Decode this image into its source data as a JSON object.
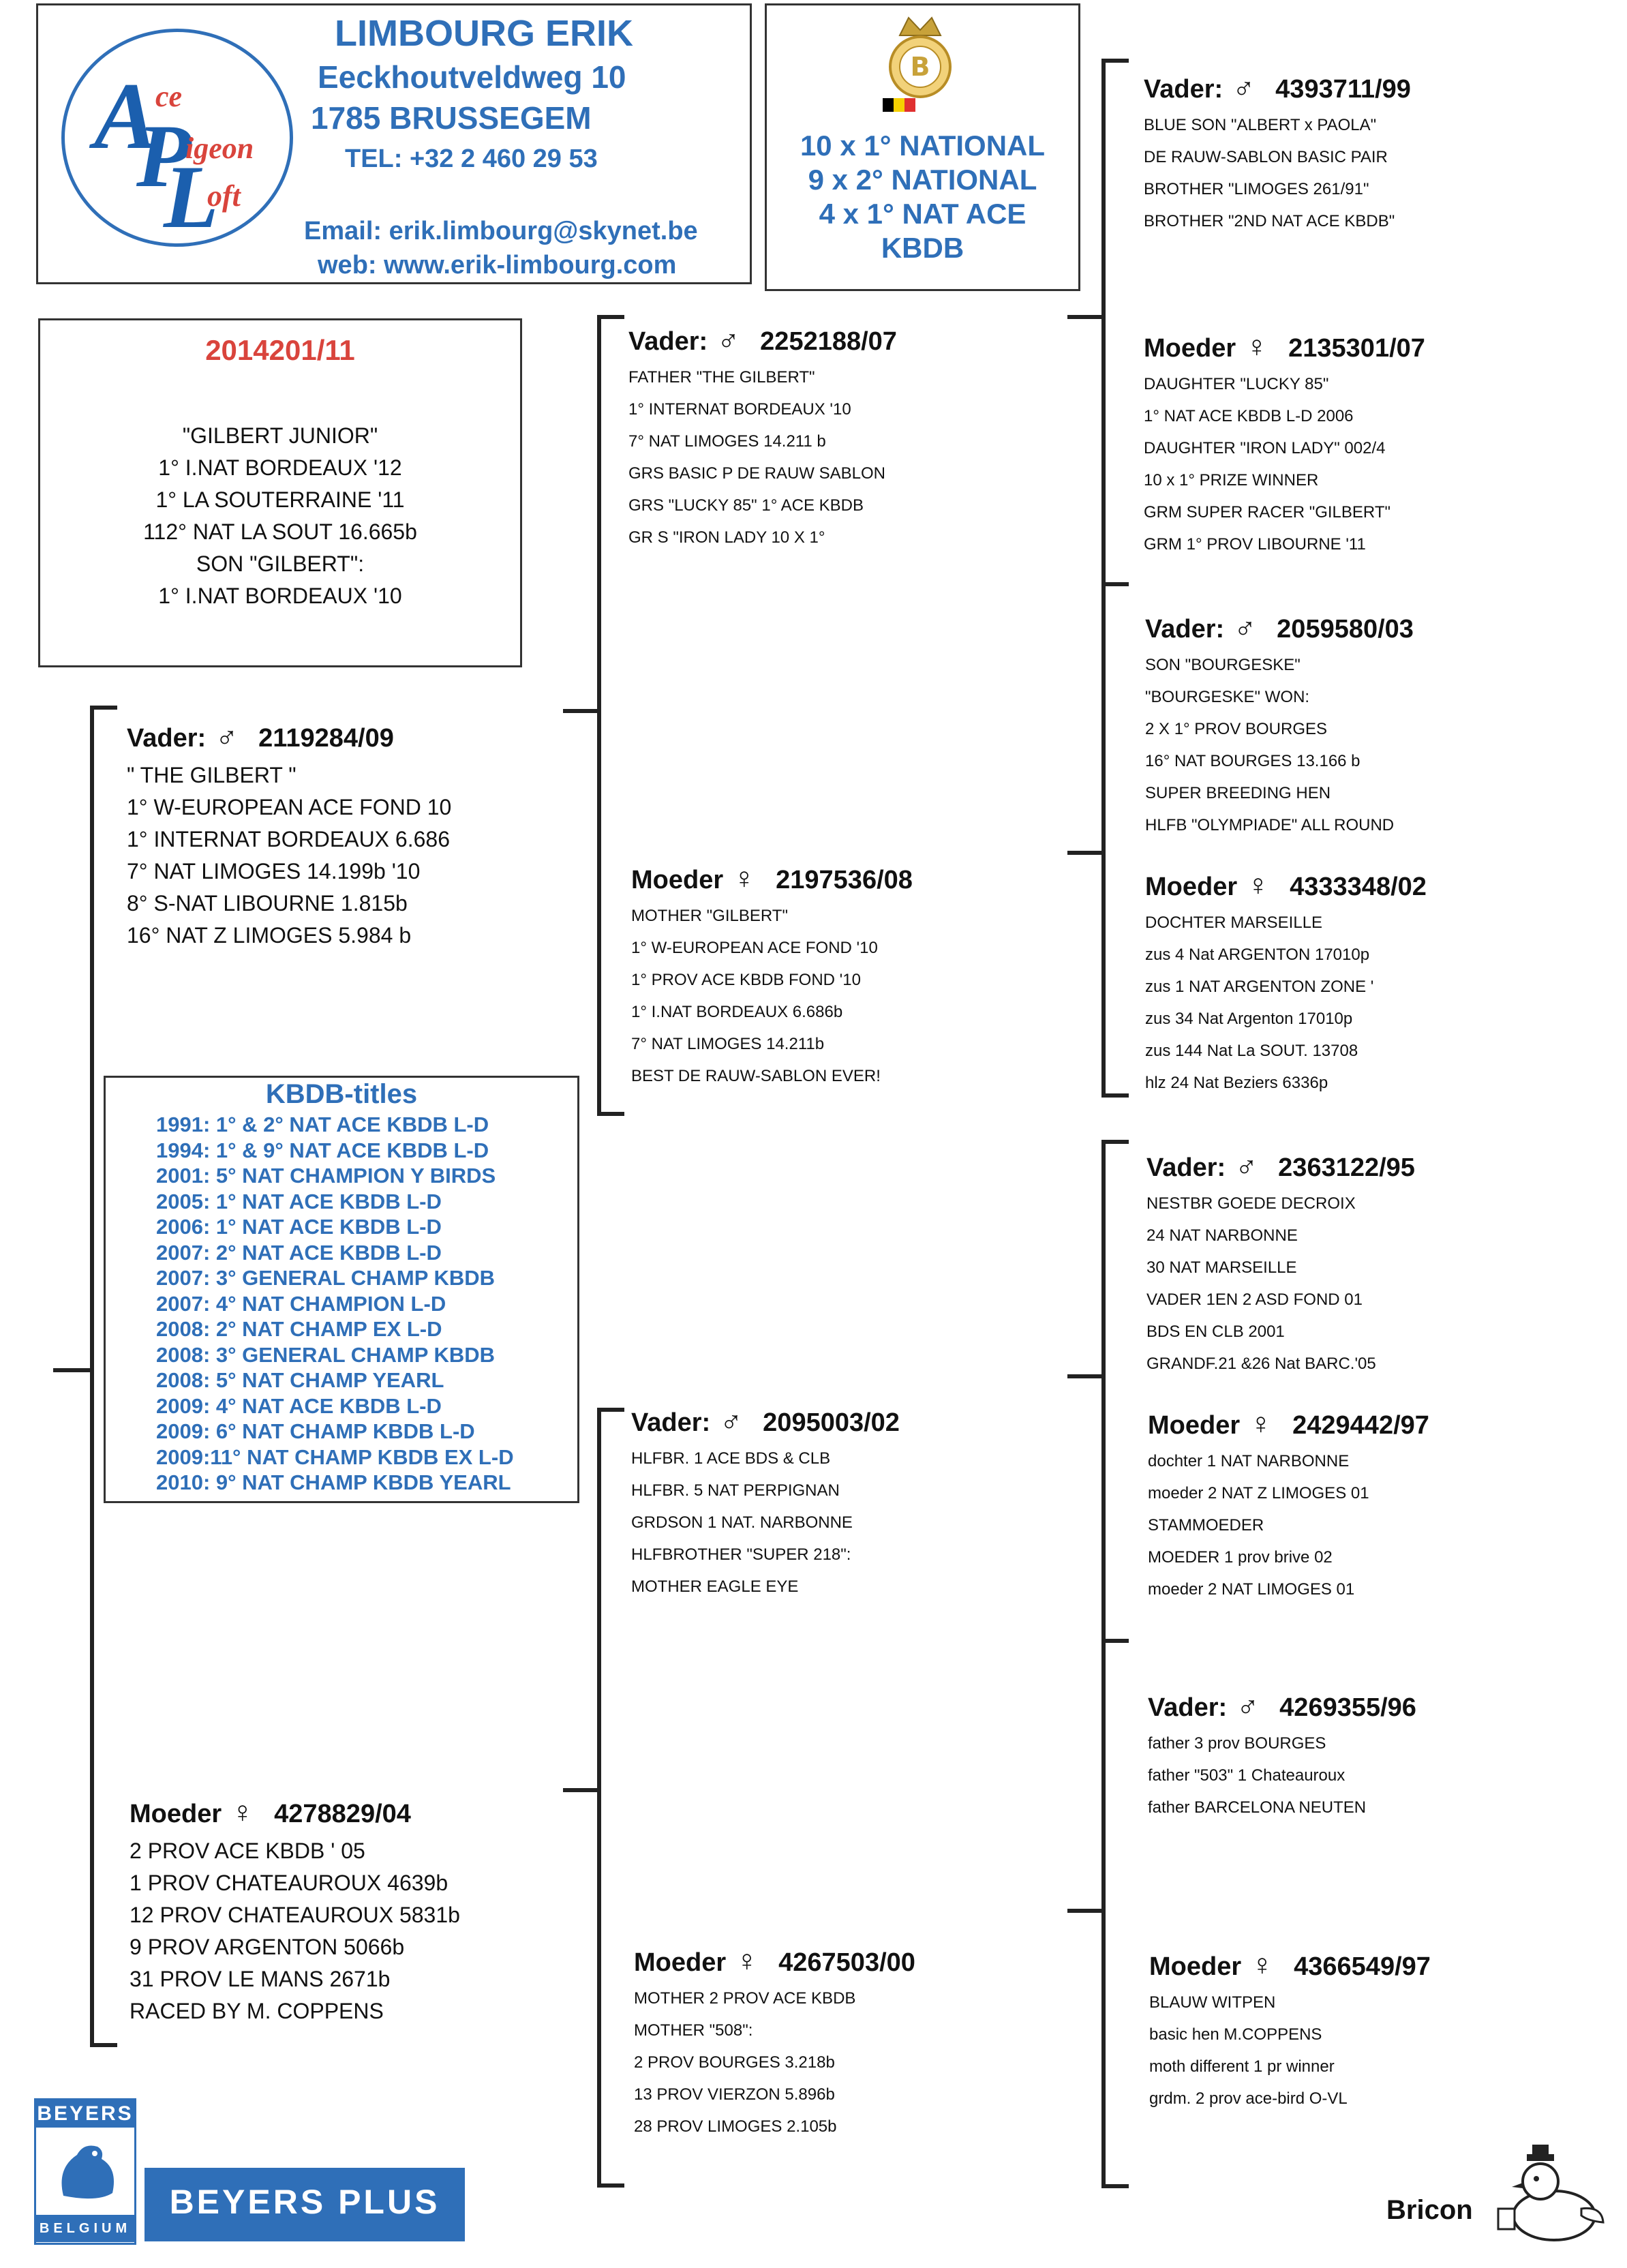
{
  "header": {
    "logo": {
      "l1": "A",
      "l2": "ce",
      "l3": "P",
      "l4": "igeon",
      "l5": "L",
      "l6": "oft"
    },
    "name": "LIMBOURG ERIK",
    "street": "Eeckhoutveldweg 10",
    "city": "1785 BRUSSEGEM",
    "tel": "TEL: +32 2 460 29 53",
    "email": "Email: erik.limbourg@skynet.be",
    "web": "web: www.erik-limbourg.com"
  },
  "badge": {
    "emblem_letter": "B",
    "line1": "10 x 1° NATIONAL",
    "line2": "9 x 2° NATIONAL",
    "line3": "4 x 1° NAT ACE",
    "line4": "KBDB"
  },
  "pigeon": {
    "ring": "2014201/11",
    "lines": [
      "\"GILBERT JUNIOR\"",
      "1° I.NAT BORDEAUX '12",
      "1° LA SOUTERRAINE '11",
      "112° NAT LA SOUT 16.665b",
      "SON \"GILBERT\":",
      "1° I.NAT BORDEAUX '10"
    ]
  },
  "sire": {
    "label": "Vader:",
    "symbol": "♂",
    "ring": "2119284/09",
    "lines": [
      "\" THE GILBERT \"",
      "1° W-EUROPEAN ACE FOND 10",
      "1° INTERNAT BORDEAUX 6.686",
      "7° NAT LIMOGES 14.199b '10",
      "8° S-NAT LIBOURNE 1.815b",
      "16° NAT Z LIMOGES 5.984 b"
    ]
  },
  "dam": {
    "label": "Moeder",
    "symbol": "♀",
    "ring": "4278829/04",
    "lines": [
      "2 PROV ACE KBDB ' 05",
      "1 PROV CHATEAUROUX 4639b",
      "12 PROV CHATEAUROUX 5831b",
      "9 PROV ARGENTON 5066b",
      "31 PROV LE MANS 2671b",
      "RACED BY M. COPPENS"
    ]
  },
  "titles": {
    "heading": "KBDB-titles",
    "lines": [
      "1991:  1° & 2° NAT ACE KBDB L-D",
      "1994:  1° & 9° NAT ACE KBDB L-D",
      "2001:  5° NAT CHAMPION Y BIRDS",
      "2005:  1° NAT ACE KBDB L-D",
      "2006:  1° NAT ACE KBDB L-D",
      "2007:  2° NAT ACE KBDB L-D",
      "2007:  3° GENERAL CHAMP KBDB",
      "2007:  4° NAT CHAMPION L-D",
      "2008:  2° NAT CHAMP EX L-D",
      "2008:  3° GENERAL CHAMP KBDB",
      "2008:  5° NAT CHAMP YEARL",
      "2009:  4° NAT ACE KBDB L-D",
      "2009:  6° NAT CHAMP KBDB L-D",
      "2009:11° NAT CHAMP KBDB EX L-D",
      "2010:  9° NAT CHAMP KBDB YEARL"
    ]
  },
  "gp": [
    {
      "label": "Vader:",
      "symbol": "♂",
      "ring": "2252188/07",
      "lines": [
        "FATHER \"THE GILBERT\"",
        "1° INTERNAT BORDEAUX '10",
        "  7° NAT LIMOGES 14.211 b",
        "GRS BASIC P DE RAUW SABLON",
        "GRS \"LUCKY 85\" 1° ACE KBDB",
        "GR S \"IRON LADY 10 X 1°"
      ]
    },
    {
      "label": "Moeder",
      "symbol": "♀",
      "ring": "2197536/08",
      "lines": [
        "MOTHER \"GILBERT\"",
        "1° W-EUROPEAN ACE FOND '10",
        "1° PROV ACE KBDB FOND '10",
        "1° I.NAT BORDEAUX 6.686b",
        "7° NAT LIMOGES 14.211b",
        "BEST DE RAUW-SABLON EVER!"
      ]
    },
    {
      "label": "Vader:",
      "symbol": "♂",
      "ring": "2095003/02",
      "lines": [
        "HLFBR. 1 ACE BDS & CLB",
        "HLFBR. 5 NAT PERPIGNAN",
        "GRDSON 1 NAT. NARBONNE",
        "HLFBROTHER \"SUPER 218\":",
        "MOTHER EAGLE EYE"
      ]
    },
    {
      "label": "Moeder",
      "symbol": "♀",
      "ring": "4267503/00",
      "lines": [
        "MOTHER 2 PROV ACE KBDB",
        "MOTHER \"508\":",
        "2 PROV BOURGES 3.218b",
        "13 PROV VIERZON 5.896b",
        "28 PROV LIMOGES 2.105b"
      ]
    }
  ],
  "ggp": [
    {
      "label": "Vader:",
      "symbol": "♂",
      "ring": "4393711/99",
      "lines": [
        "BLUE SON \"ALBERT x PAOLA\"",
        "DE RAUW-SABLON BASIC PAIR",
        "BROTHER \"LIMOGES 261/91\"",
        "BROTHER \"2ND NAT ACE KBDB\""
      ]
    },
    {
      "label": "Moeder",
      "symbol": "♀",
      "ring": "2135301/07",
      "lines": [
        "DAUGHTER \"LUCKY 85\"",
        "1° NAT ACE KBDB L-D 2006",
        "DAUGHTER \"IRON LADY\" 002/4",
        "10 x 1° PRIZE WINNER",
        "GRM SUPER RACER \"GILBERT\"",
        "GRM 1° PROV LIBOURNE '11"
      ]
    },
    {
      "label": "Vader:",
      "symbol": "♂",
      "ring": "2059580/03",
      "lines": [
        "SON \"BOURGESKE\"",
        "\"BOURGESKE\" WON:",
        "2 X 1° PROV BOURGES",
        "16° NAT BOURGES 13.166 b",
        "SUPER BREEDING HEN",
        "HLFB \"OLYMPIADE\" ALL ROUND"
      ]
    },
    {
      "label": "Moeder",
      "symbol": "♀",
      "ring": "4333348/02",
      "lines": [
        "DOCHTER MARSEILLE",
        "zus 4 Nat ARGENTON 17010p",
        "zus 1 NAT ARGENTON  ZONE '",
        "zus 34 Nat Argenton 17010p",
        "zus 144 Nat La SOUT. 13708",
        "hlz 24 Nat Beziers 6336p"
      ]
    },
    {
      "label": "Vader:",
      "symbol": "♂",
      "ring": "2363122/95",
      "lines": [
        "NESTBR GOEDE DECROIX",
        "24 NAT NARBONNE",
        "30 NAT MARSEILLE",
        "VADER 1EN 2 ASD FOND 01",
        "BDS EN CLB 2001",
        "GRANDF.21 &26 Nat BARC.'05"
      ]
    },
    {
      "label": "Moeder",
      "symbol": "♀",
      "ring": "2429442/97",
      "lines": [
        "dochter 1 NAT NARBONNE",
        "moeder 2 NAT Z LIMOGES 01",
        "STAMMOEDER",
        "MOEDER 1 prov brive 02",
        "moeder 2 NAT LIMOGES 01"
      ]
    },
    {
      "label": "Vader:",
      "symbol": "♂",
      "ring": "4269355/96",
      "lines": [
        "father 3 prov BOURGES",
        "father \"503\" 1 Chateauroux",
        "father BARCELONA NEUTEN"
      ]
    },
    {
      "label": "Moeder",
      "symbol": "♀",
      "ring": "4366549/97",
      "lines": [
        "BLAUW  WITPEN",
        "basic hen M.COPPENS",
        "moth different 1 pr winner",
        "grdm. 2 prov ace-bird O-VL"
      ]
    }
  ],
  "footer": {
    "beyers_top": "BEYERS",
    "beyers_bottom": "BELGIUM",
    "beyers_plus": "BEYERS PLUS",
    "bricon": "Bricon"
  },
  "colors": {
    "blue": "#2f6fb8",
    "red": "#d9443c",
    "line": "#222222"
  }
}
